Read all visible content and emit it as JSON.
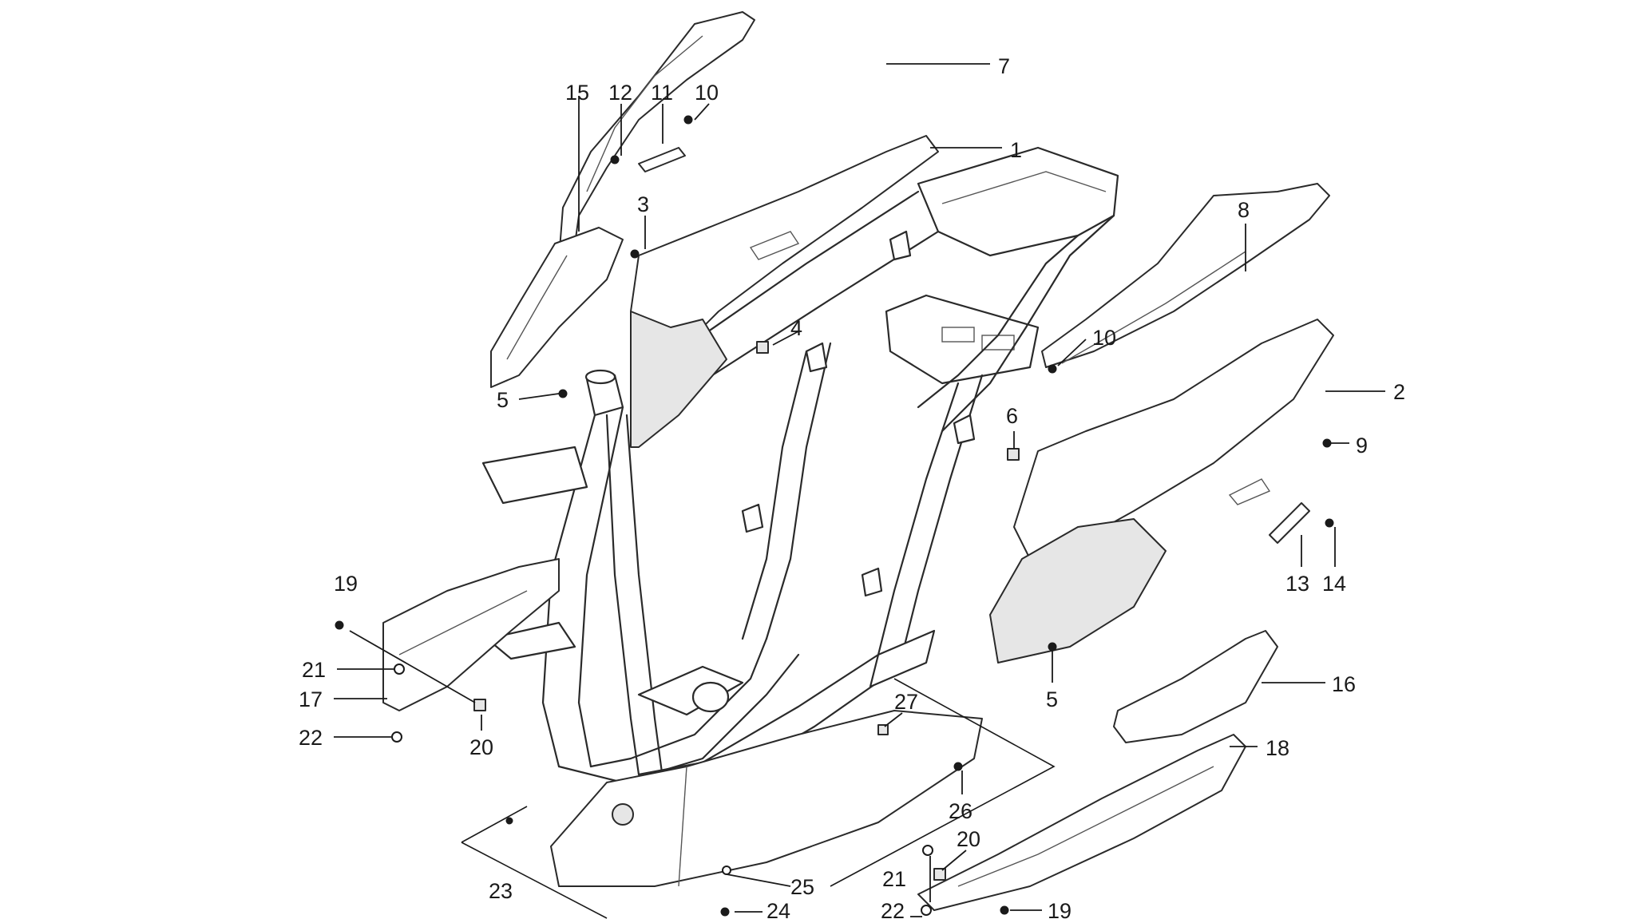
{
  "callouts": [
    {
      "id": "c7",
      "label": "7"
    },
    {
      "id": "c1",
      "label": "1"
    },
    {
      "id": "c15",
      "label": "15"
    },
    {
      "id": "c12",
      "label": "12"
    },
    {
      "id": "c11",
      "label": "11"
    },
    {
      "id": "c10a",
      "label": "10"
    },
    {
      "id": "c3",
      "label": "3"
    },
    {
      "id": "c8",
      "label": "8"
    },
    {
      "id": "c10b",
      "label": "10"
    },
    {
      "id": "c4",
      "label": "4"
    },
    {
      "id": "c5a",
      "label": "5"
    },
    {
      "id": "c2",
      "label": "2"
    },
    {
      "id": "c6",
      "label": "6"
    },
    {
      "id": "c9",
      "label": "9"
    },
    {
      "id": "c13",
      "label": "13"
    },
    {
      "id": "c14",
      "label": "14"
    },
    {
      "id": "c19a",
      "label": "19"
    },
    {
      "id": "c21a",
      "label": "21"
    },
    {
      "id": "c17",
      "label": "17"
    },
    {
      "id": "c22a",
      "label": "22"
    },
    {
      "id": "c20a",
      "label": "20"
    },
    {
      "id": "c5b",
      "label": "5"
    },
    {
      "id": "c16",
      "label": "16"
    },
    {
      "id": "c27",
      "label": "27"
    },
    {
      "id": "c18",
      "label": "18"
    },
    {
      "id": "c26",
      "label": "26"
    },
    {
      "id": "c20b",
      "label": "20"
    },
    {
      "id": "c21b",
      "label": "21"
    },
    {
      "id": "c19b",
      "label": "19"
    },
    {
      "id": "c22b",
      "label": "22"
    },
    {
      "id": "c23",
      "label": "23"
    },
    {
      "id": "c25",
      "label": "25"
    },
    {
      "id": "c24",
      "label": "24"
    }
  ]
}
